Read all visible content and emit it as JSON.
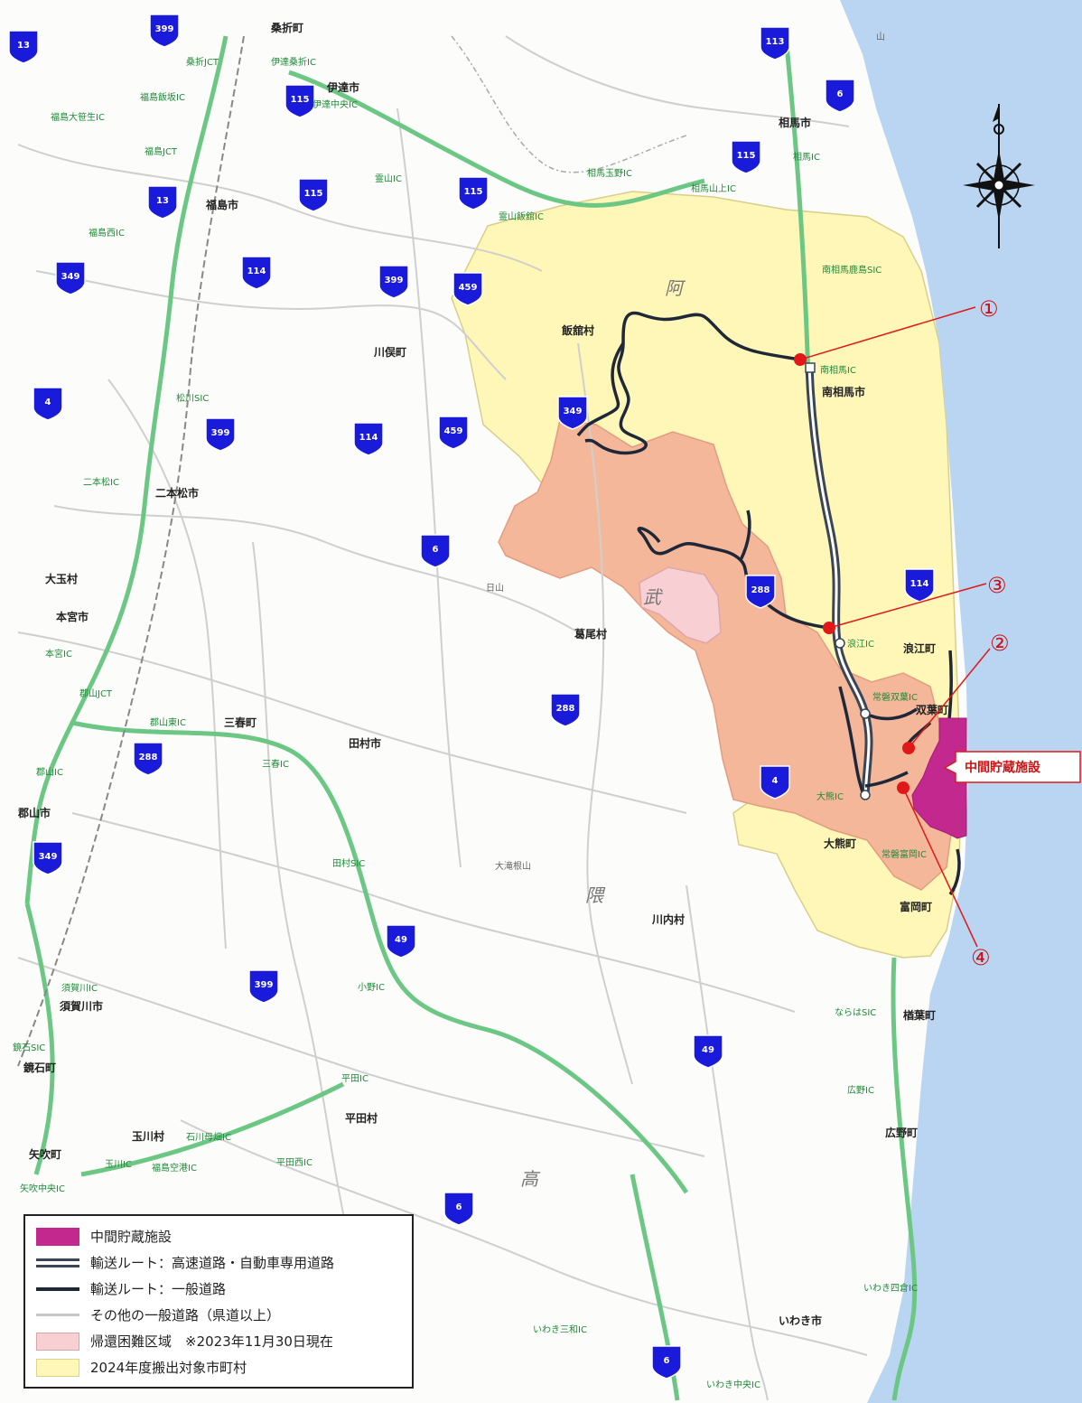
{
  "places": {
    "kunimi": "桑折町",
    "date": "伊達市",
    "soma": "相馬市",
    "fukushima": "福島市",
    "iitate": "飯舘村",
    "kawamata": "川俣町",
    "minamisoma": "南相馬市",
    "nihonmatsu": "二本松市",
    "otama": "大玉村",
    "motomiya": "本宮市",
    "katsurao": "葛尾村",
    "namie": "浪江町",
    "futaba": "双葉町",
    "miharu": "三春町",
    "tamura": "田村市",
    "koriyama": "郡山市",
    "okuma": "大熊町",
    "tomioka": "富岡町",
    "kawauchi": "川内村",
    "sukagawa": "須賀川市",
    "naraha": "楢葉町",
    "kagamiishi": "鏡石町",
    "hirata": "平田村",
    "tamakawa": "玉川村",
    "hirono": "広野町",
    "yabuki": "矢吹町",
    "iwaki": "いわき市"
  },
  "ics": {
    "kooriJct": "桑折JCT",
    "dateKooriIc": "伊達桑折IC",
    "dateChuoIc": "伊達中央IC",
    "fukushimaHobaraIc": "福島飯坂IC",
    "fukushimaOzasaIc": "福島大笹生IC",
    "fukushimaJct": "福島JCT",
    "kiriyamaIc": "霊山IC",
    "somaTamanoIc": "相馬玉野IC",
    "somaIc": "相馬IC",
    "somaYamakamiIc": "相馬山上IC",
    "kiriyamaIidateIc": "霊山飯舘IC",
    "fukushimaNishiIc": "福島西IC",
    "minamisomaKashimaIc": "南相馬鹿島SIC",
    "minamisomaIc": "南相馬IC",
    "matsukawaSic": "松川SIC",
    "nihonmatsuIc": "二本松IC",
    "namieIc": "浪江IC",
    "motomiyaIc": "本宮IC",
    "joubanFutabaIc": "常磐双葉IC",
    "koriyamaJct": "郡山JCT",
    "koriyamaHigashiIc": "郡山東IC",
    "koriyamaIc": "郡山IC",
    "miharuIc": "三春IC",
    "okumaIc": "大熊IC",
    "joubanTomiokaIc": "常磐富岡IC",
    "tamuraSic": "田村SIC",
    "sukagawaIc": "須賀川IC",
    "onoIc": "小野IC",
    "narahaSic": "ならはSIC",
    "kagamiishiSic": "鏡石SIC",
    "hirataIc": "平田IC",
    "ishikawaMoriyamaIc": "石川母畑IC",
    "tamakawaIc": "玉川IC",
    "fukushimaKukoIc": "福島空港IC",
    "hirataNishiIc": "平田西IC",
    "hironoIc": "広野IC",
    "yabukiChuoIc": "矢吹中央IC",
    "iwakiYotsukuraIc": "いわき四倉IC",
    "iwakiMiwaIc": "いわき三和IC",
    "iwakiChuoIc": "いわき中央IC"
  },
  "natural": {
    "abukuma1": "阿",
    "abukuma2": "武",
    "abukuma3": "隈",
    "abukuma4": "高",
    "otakineyama": "大滝根山",
    "hiyama": "日山"
  },
  "routes": [
    "13",
    "399",
    "113",
    "6",
    "115",
    "115",
    "13",
    "115",
    "115",
    "114",
    "349",
    "399",
    "459",
    "4",
    "399",
    "349",
    "114",
    "459",
    "6",
    "114",
    "288",
    "288",
    "288",
    "4",
    "349",
    "49",
    "399",
    "49",
    "6",
    "6"
  ],
  "markers": {
    "m1": "①",
    "m2": "②",
    "m3": "③",
    "m4": "④",
    "facility": "中間貯蔵施設"
  },
  "colors": {
    "sea": "#b9d5f1",
    "targetArea": "#fff7b8",
    "difficultZone": "#f8cfd2",
    "salmonZone": "#f5b79a",
    "facility": "#c2288e",
    "highway": "#3a4656",
    "generalRoad": "#1e2838",
    "otherRoad": "#c8c8c8",
    "marker": "#e01818",
    "routeShield": "#1a1adb",
    "expressway": "#6cc784"
  },
  "legend": {
    "title": "",
    "items": [
      {
        "key": "facility",
        "label": "中間貯蔵施設"
      },
      {
        "key": "highway",
        "label": "輸送ルート：高速道路・自動車専用道路"
      },
      {
        "key": "general",
        "label": "輸送ルート：一般道路"
      },
      {
        "key": "other",
        "label": "その他の一般道路（県道以上）"
      },
      {
        "key": "difficult",
        "label": "帰還困難区域　※2023年11月30日現在"
      },
      {
        "key": "target",
        "label": "2024年度搬出対象市町村"
      }
    ]
  },
  "icons": {
    "compass": "compass-rose-icon"
  }
}
